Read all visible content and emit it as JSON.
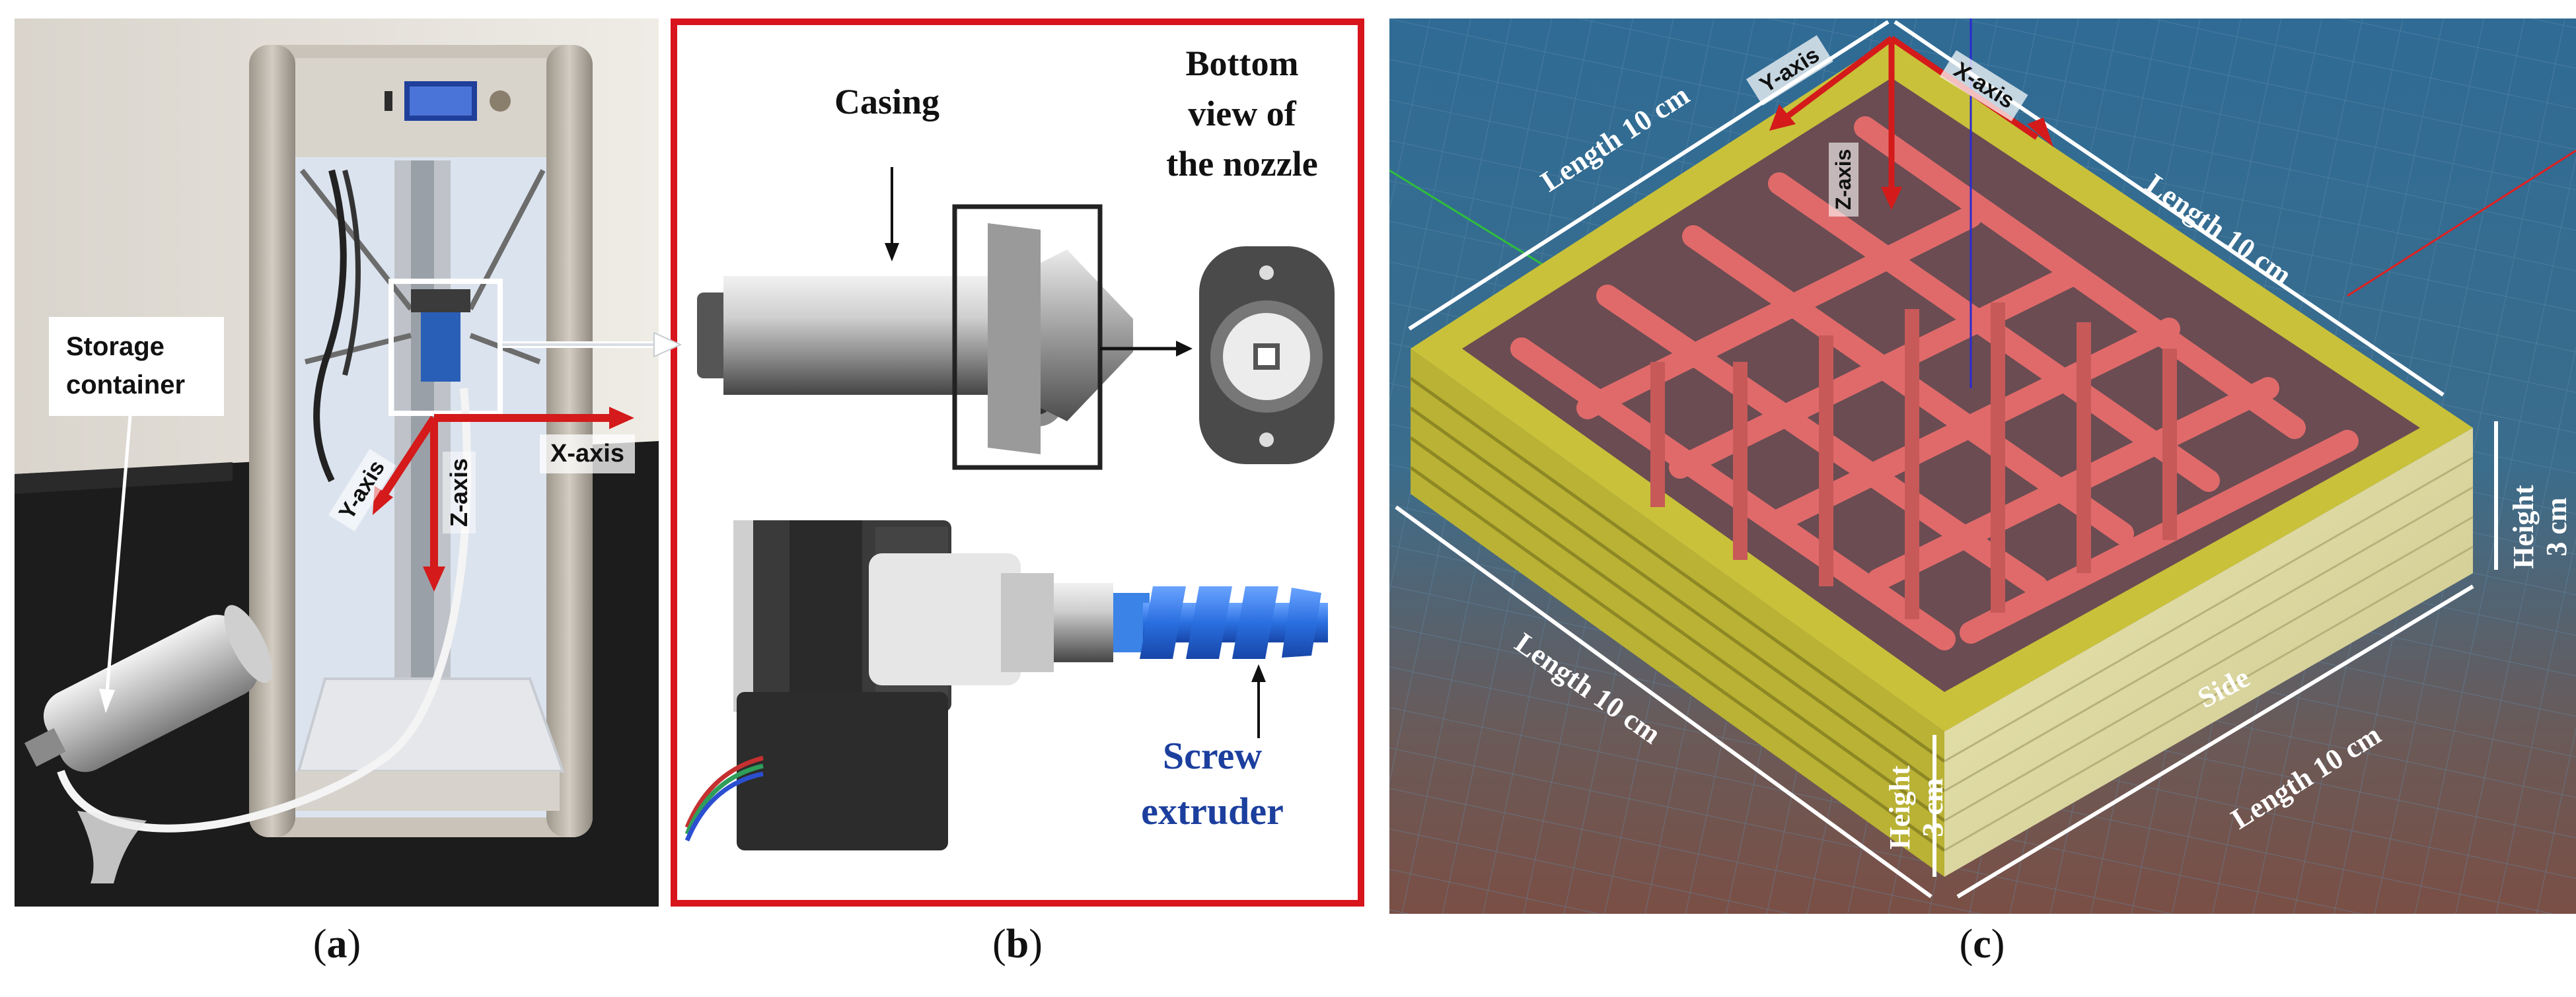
{
  "panel_a": {
    "storage_label_line1": "Storage",
    "storage_label_line2": "container",
    "x_axis": "X-axis",
    "y_axis": "Y-axis",
    "z_axis": "Z-axis",
    "caption_open": "(",
    "caption_letter": "a",
    "caption_close": ")"
  },
  "panel_b": {
    "casing_label": "Casing",
    "nozzle_line1": "Bottom",
    "nozzle_line2": "view of",
    "nozzle_line3": "the nozzle",
    "screw_line1": "Screw",
    "screw_line2": "extruder",
    "caption_open": "(",
    "caption_letter": "b",
    "caption_close": ")"
  },
  "panel_c": {
    "y_axis": "Y-axis",
    "x_axis": "X-axis",
    "z_axis": "Z-axis",
    "length_top_left": "Length 10 cm",
    "length_top_right": "Length 10 cm",
    "length_bottom_left": "Length 10 cm",
    "length_bottom_right": "Length 10 cm",
    "height_right_line1": "Height",
    "height_right_line2": "3 cm",
    "height_front_line1": "Height",
    "height_front_line2": "3 cm",
    "side_label": "Side",
    "caption_open": "(",
    "caption_letter": "c",
    "caption_close": ")"
  },
  "colors": {
    "axis_red": "#d41a1a",
    "frame_red": "#d8141c",
    "wall_yellow": "#d6d13a",
    "infill_pink": "#e06a6a",
    "screw_blue": "#2a6fe0"
  }
}
